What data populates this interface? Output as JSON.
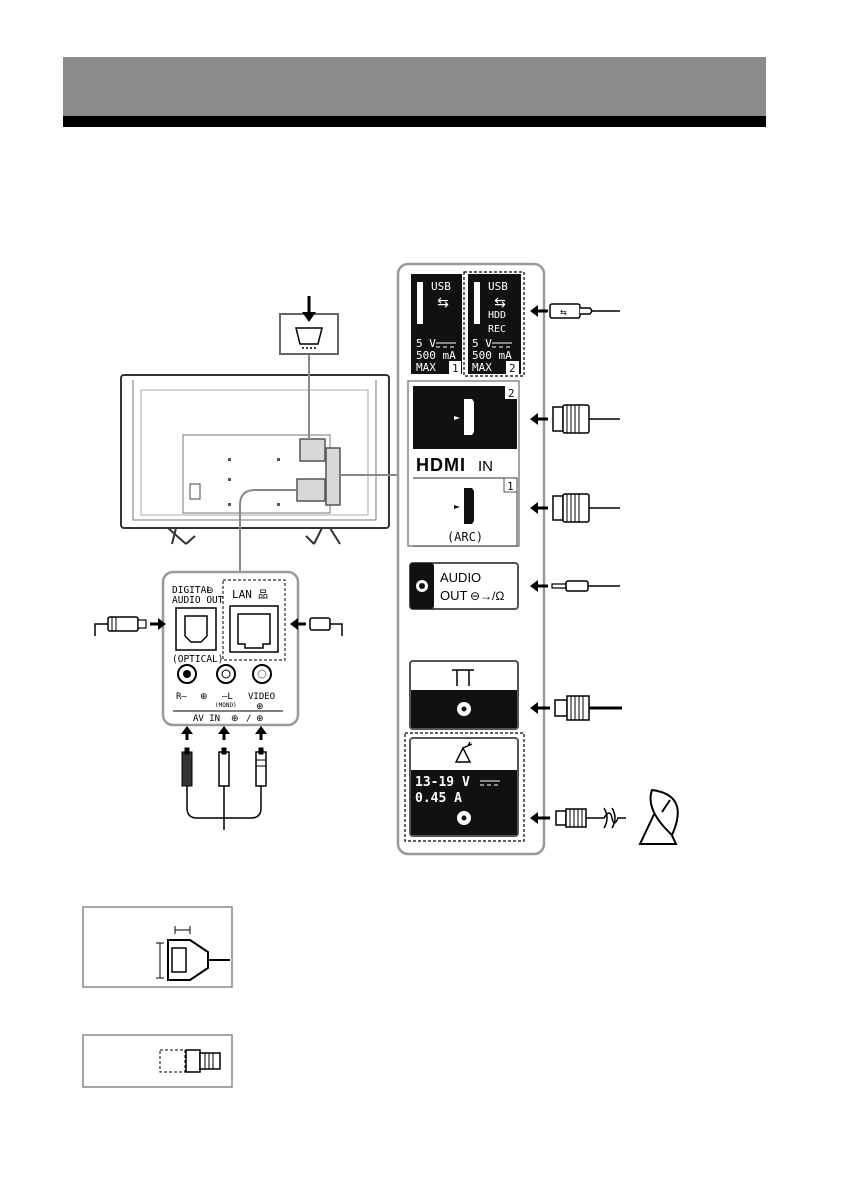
{
  "usb1": {
    "title": "USB",
    "power": "5 V",
    "current": "500 mA",
    "max": "MAX",
    "number": "1"
  },
  "usb2": {
    "title": "USB",
    "hdd": "HDD",
    "rec": "REC",
    "power": "5 V",
    "current": "500 mA",
    "max": "MAX",
    "number": "2"
  },
  "hdmi": {
    "logo": "HDMI",
    "in_label": "IN",
    "port2_number": "2",
    "port1_number": "1",
    "arc": "(ARC)"
  },
  "audio_out": {
    "line1": "AUDIO",
    "line2": "OUT"
  },
  "satellite": {
    "voltage": "13-19 V",
    "current": "0.45 A"
  },
  "lower_panel": {
    "digital_line1": "DIGITAL",
    "digital_line2": "AUDIO OUT",
    "optical": "(OPTICAL)",
    "lan": "LAN",
    "r_label": "R–",
    "l_label": "–L",
    "mono": "(MONO)",
    "video": "VIDEO",
    "av_in": "AV IN",
    "sep": "/"
  },
  "colors": {
    "header": "#8b8b8b",
    "panel_border": "#9a9a9a",
    "port_fill": "#111111"
  }
}
